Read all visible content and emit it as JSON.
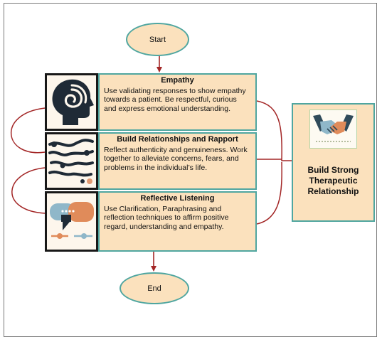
{
  "start": {
    "label": "Start"
  },
  "end": {
    "label": "End"
  },
  "steps": [
    {
      "title": "Empathy",
      "description": "Use validating responses to show empathy towards a patient. Be respectful, curious and express emotional understanding.",
      "icon": "head-spiral-icon"
    },
    {
      "title": "Build Relationships and Rapport",
      "description": "Reflect authenticity and genuineness. Work together to alleviate concerns, fears, and problems in the individual’s life.",
      "icon": "connected-paths-icon"
    },
    {
      "title": "Reflective Listening",
      "description": "Use Clarification, Paraphrasing and reflection techniques to affirm positive regard, understanding and empathy.",
      "icon": "speech-bubbles-icon"
    }
  ],
  "summary": {
    "label": "Build Strong Therapeutic Relationship",
    "icon": "handshake-icon"
  },
  "colors": {
    "box_fill": "#fbe1bd",
    "box_border": "#4fa6a0",
    "connector": "#a32626",
    "icon_border": "#181818"
  }
}
